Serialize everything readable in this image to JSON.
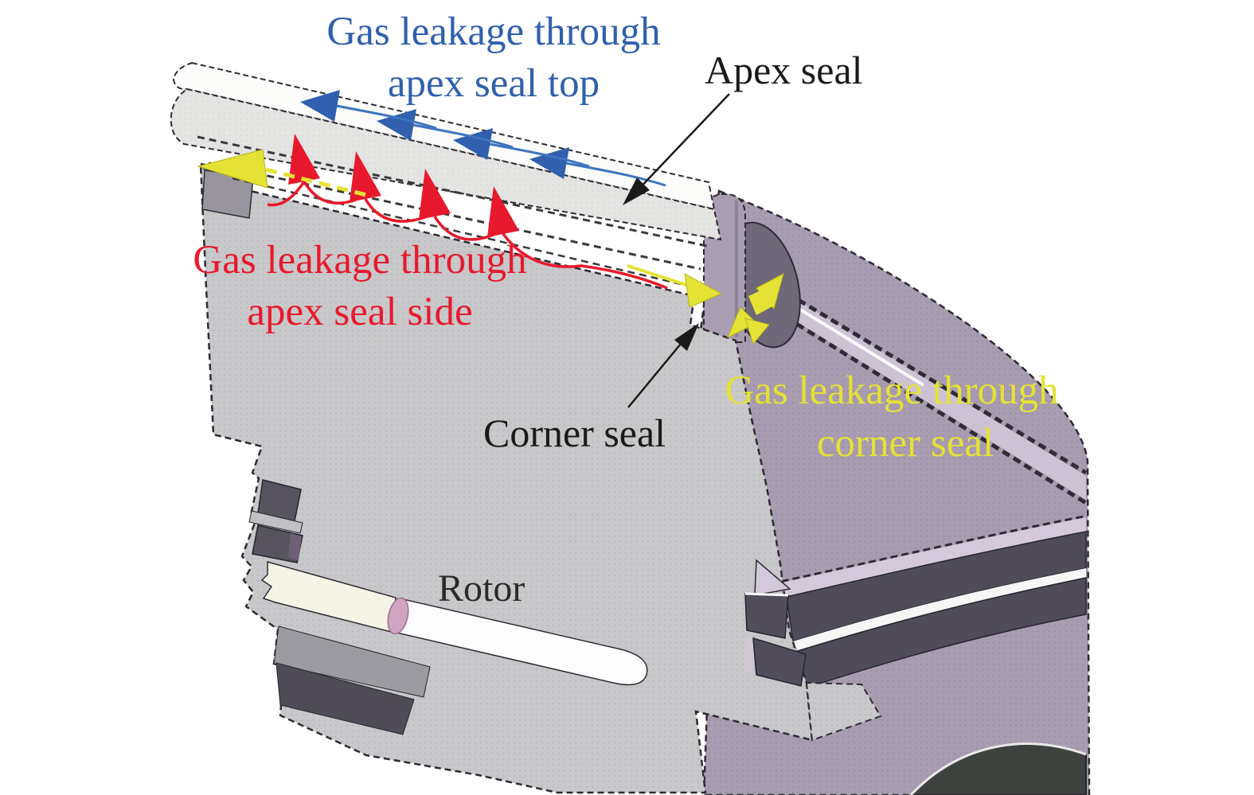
{
  "figure": {
    "labels": {
      "apex_top": {
        "line1": "Gas leakage through",
        "line2": "apex seal top"
      },
      "apex_seal": {
        "text": "Apex seal"
      },
      "apex_side": {
        "line1": "Gas leakage through",
        "line2": "apex seal side"
      },
      "corner_seal": {
        "text": "Corner seal"
      },
      "corner_leak": {
        "line1": "Gas leakage through",
        "line2": "corner seal"
      },
      "rotor": {
        "text": "Rotor"
      }
    },
    "colors": {
      "blue_label_and_arrows": "#3060ae",
      "red_label_and_arrows": "#e8192c",
      "yellow_label_and_arrows": "#e4e234",
      "black_labels": "#1a1a1a",
      "rotor_gray": "#c8c8cb",
      "apex_seal_gray": "#e4e4e2",
      "housing_purple": "#a89cb0",
      "dark_seal_bands": "#4f4b59",
      "background": "#ffffff"
    }
  }
}
